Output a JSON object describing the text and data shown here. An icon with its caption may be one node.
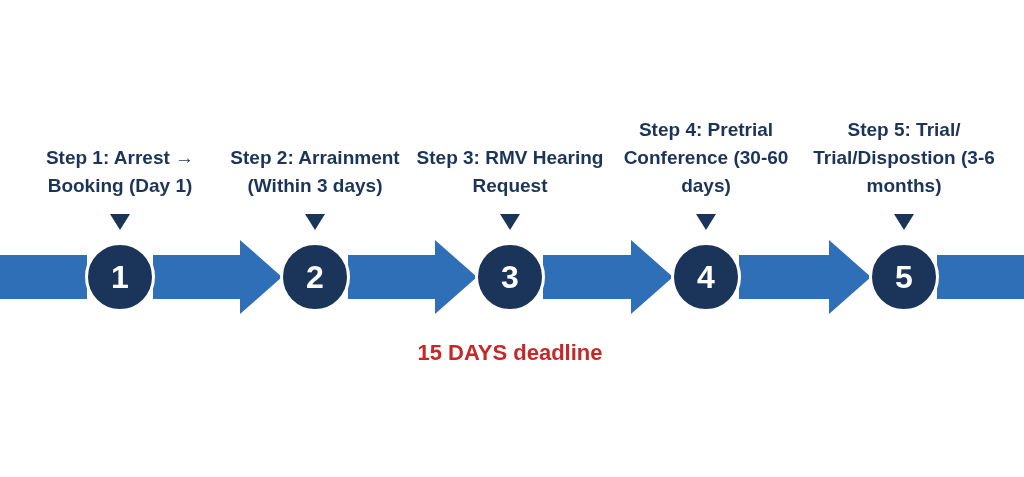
{
  "diagram": {
    "nodes": [
      {
        "text": [
          "1"
        ],
        "beside": [
          "Step 1: Arrest → Booking (Day 1)"
        ]
      },
      {
        "text": [
          "2"
        ],
        "beside": [
          "Step 2: Arrainment (Within 3 days)"
        ]
      },
      {
        "text": [
          "3"
        ],
        "beside": [
          "Step 3: RMV Hearing Request",
          "15 DAYS deadline"
        ]
      },
      {
        "text": [
          "4"
        ],
        "beside": [
          "Step 4: Pretrial Conference (30-60 days)"
        ]
      },
      {
        "text": [
          "5"
        ],
        "beside": [
          "Step 5: Trial/ Trial/Dispostion (3-6 months)"
        ]
      }
    ],
    "edges": [
      {
        "from": null,
        "to": 0,
        "arrow": "none"
      },
      {
        "from": 0,
        "to": 1,
        "arrow": "to"
      },
      {
        "from": 1,
        "to": 2,
        "arrow": "to"
      },
      {
        "from": 2,
        "to": 3,
        "arrow": "to"
      },
      {
        "from": 3,
        "to": 4,
        "arrow": "to"
      },
      {
        "from": 4,
        "to": null,
        "arrow": "none"
      }
    ]
  }
}
